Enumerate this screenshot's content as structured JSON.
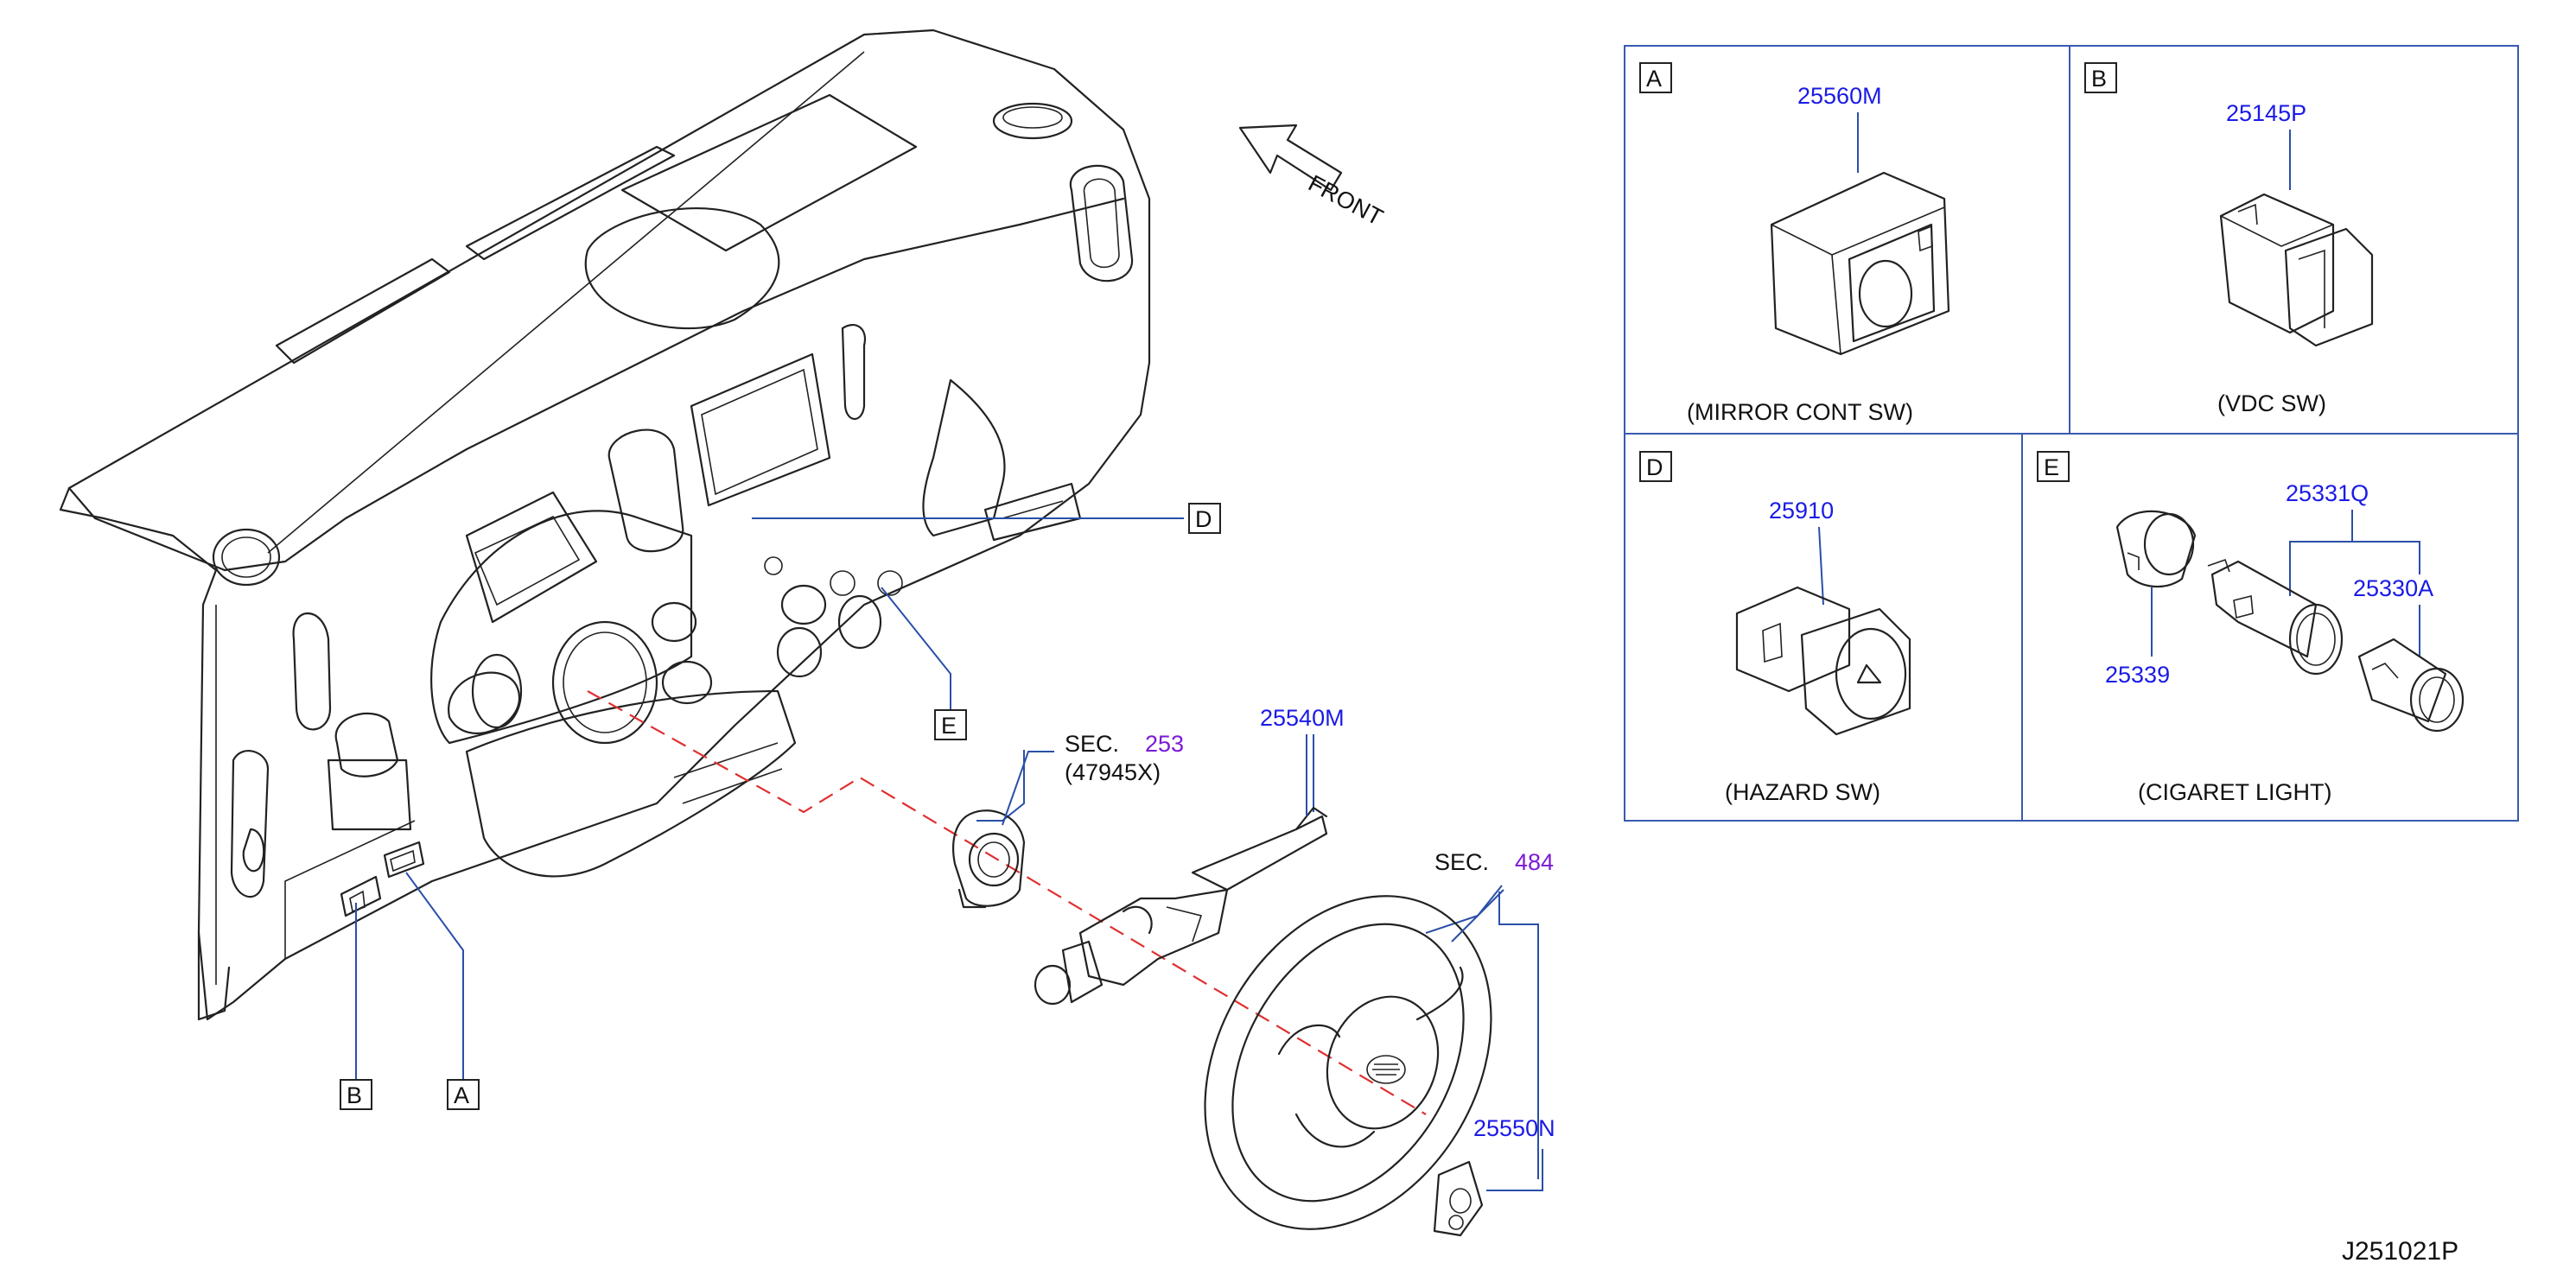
{
  "diagram_id": "J251021P",
  "front_label": "FRONT",
  "callouts": {
    "A": "A",
    "B": "B",
    "D": "D",
    "E": "E"
  },
  "sec_253": {
    "prefix": "SEC.",
    "number": "253",
    "sub": "(47945X)"
  },
  "sec_484": {
    "prefix": "SEC.",
    "number": "484"
  },
  "parts": {
    "p25540M": "25540M",
    "p25550N": "25550N",
    "p25560M": "25560M",
    "p25145P": "25145P",
    "p25910": "25910",
    "p25331Q": "25331Q",
    "p25330A": "25330A",
    "p25339": "25339"
  },
  "panels": {
    "A": {
      "letter": "A",
      "caption": "(MIRROR   CONT   SW)"
    },
    "B": {
      "letter": "B",
      "caption": "(VDC   SW)"
    },
    "D": {
      "letter": "D",
      "caption": "(HAZARD   SW)"
    },
    "E": {
      "letter": "E",
      "caption": "(CIGARET   LIGHT)"
    }
  },
  "colors": {
    "part_number": "#1a1ae6",
    "section_number": "#7a1ad6",
    "leader_line": "#2a4fa8",
    "steering_axis": "#e03030"
  }
}
